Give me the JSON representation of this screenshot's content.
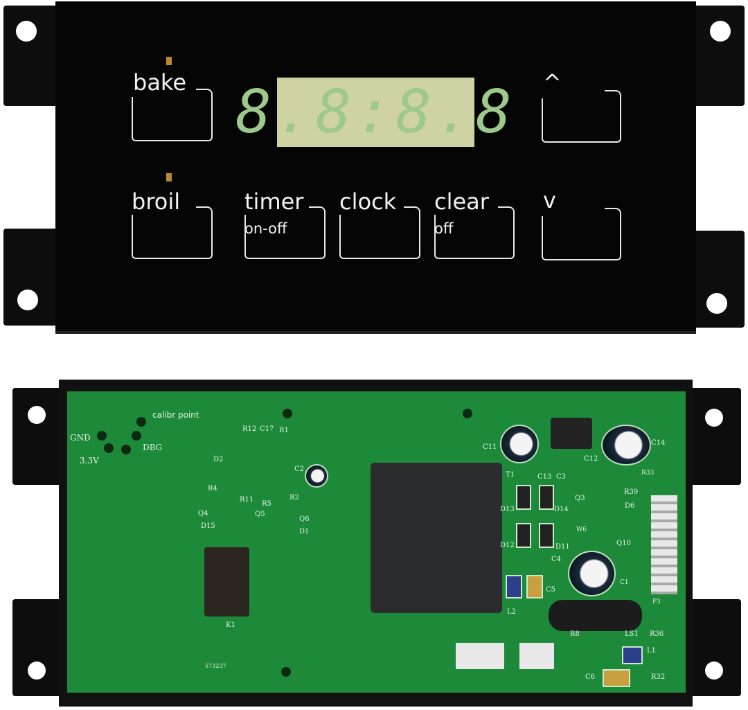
{
  "control_panel": {
    "display": "8.8:8.8",
    "buttons": [
      {
        "label": "bake",
        "sub": ""
      },
      {
        "label": "broil",
        "sub": ""
      },
      {
        "label": "timer",
        "sub": "on-off"
      },
      {
        "label": "clock",
        "sub": ""
      },
      {
        "label": "clear",
        "sub": "off"
      },
      {
        "label": "^",
        "sub": ""
      },
      {
        "label": "v",
        "sub": ""
      }
    ],
    "colors": {
      "panel": "#050505",
      "display": "#cfd3a4",
      "digits": "#9fc98a",
      "indicator": "#b8892f"
    }
  },
  "circuit_board": {
    "silkscreen": [
      "calibr point",
      "GND",
      "3.3V",
      "DBG",
      "R12",
      "C17",
      "R1",
      "D2",
      "C2",
      "R4",
      "R11",
      "R5",
      "R2",
      "Q4",
      "Q5",
      "Q6",
      "D15",
      "D1",
      "K1",
      "573237",
      "C11",
      "T1",
      "C13",
      "C3",
      "C12",
      "C14",
      "R33",
      "R39",
      "D6",
      "Q3",
      "D13",
      "D14",
      "D12",
      "D11",
      "W6",
      "Q10",
      "C4",
      "C1",
      "C5",
      "L2",
      "P3",
      "R8",
      "LS1",
      "R36",
      "L1",
      "C6",
      "R32"
    ],
    "colors": {
      "pcb": "#1d8a3a"
    }
  }
}
